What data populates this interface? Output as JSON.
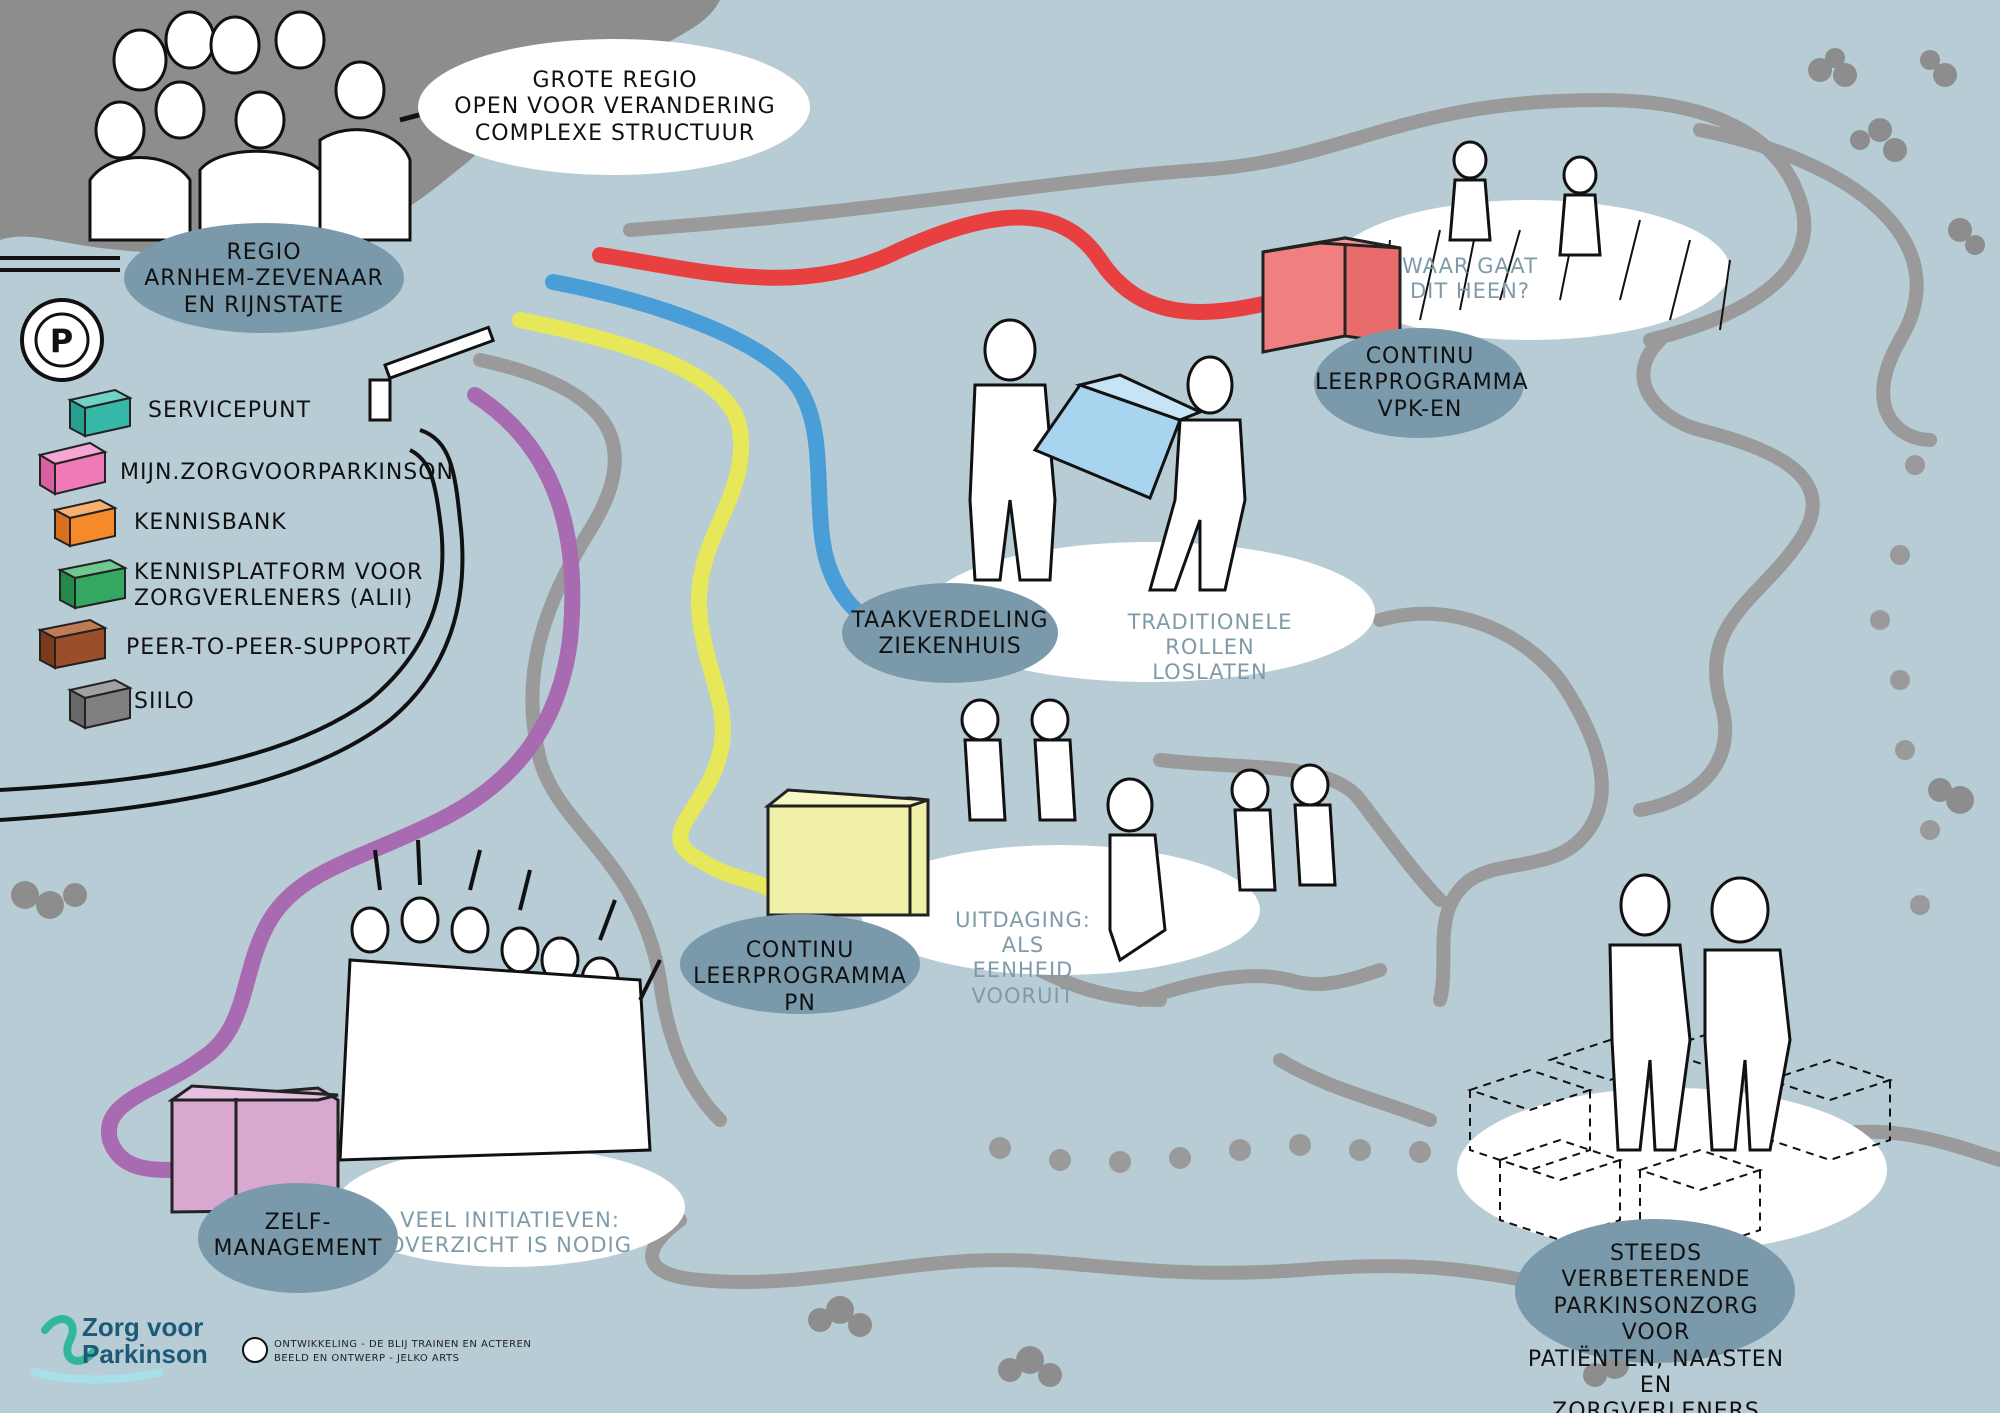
{
  "colors": {
    "background": "#b8ccd6",
    "path_grey": "#9a9a9a",
    "red": "#e84040",
    "blue": "#4a9ed8",
    "yellow": "#e6e85a",
    "purple": "#a86ab0",
    "bubble_dark": "#7a9aac"
  },
  "header_bubble": {
    "line1": "GROTE REGIO",
    "line2": "OPEN VOOR VERANDERING",
    "line3": "COMPLEXE STRUCTUUR"
  },
  "region": {
    "line1": "REGIO",
    "line2": "ARNHEM-ZEVENAAR",
    "line3": "EN RIJNSTATE",
    "parking": "P"
  },
  "legend": [
    {
      "label_1": "SERVICEPUNT",
      "label_2": "",
      "color": "#35b8a8"
    },
    {
      "label_1": "MIJN.ZORGVOORPARKINSON",
      "label_2": "",
      "color": "#f07ab8"
    },
    {
      "label_1": "KENNISBANK",
      "label_2": "",
      "color": "#f58a2a"
    },
    {
      "label_1": "KENNISPLATFORM VOOR",
      "label_2": "ZORGVERLENERS (ALII)",
      "color": "#34a860"
    },
    {
      "label_1": "PEER-TO-PEER-SUPPORT",
      "label_2": "",
      "color": "#9a4e2a"
    },
    {
      "label_1": "SIILO",
      "label_2": "",
      "color": "#808080"
    }
  ],
  "stations": {
    "vpk": {
      "line1": "CONTINU",
      "line2": "LEERPROGRAMMA",
      "line3": "VPK-EN",
      "note1": "WAAR GAAT",
      "note2": "DIT HEEN?",
      "cube_color": "#f08080"
    },
    "ziekenhuis": {
      "line1": "TAAKVERDELING",
      "line2": "ZIEKENHUIS",
      "note1": "TRADITIONELE ROLLEN",
      "note2": "LOSLATEN",
      "cube_color": "#a8d4f0"
    },
    "pn": {
      "line1": "CONTINU",
      "line2": "LEERPROGRAMMA PN",
      "note1": "UITDAGING:",
      "note2": "ALS EENHEID",
      "note3": "VOORUIT",
      "cube_color": "#f0f0a8"
    },
    "zelf": {
      "line1": "ZELF-",
      "line2": "MANAGEMENT",
      "note1": "VEEL INITIATIEVEN:",
      "note2": "OVERZICHT IS NODIG",
      "cube_color": "#d8a8d0"
    },
    "goal": {
      "line1": "STEEDS VERBETERENDE",
      "line2": "PARKINSONZORG VOOR",
      "line3": "PATIËNTEN, NAASTEN EN",
      "line4": "ZORGVERLENERS"
    }
  },
  "footer": {
    "logo_line1": "Zorg voor",
    "logo_line2": "Parkinson",
    "credit1": "ONTWIKKELING - DE BLIJ TRAINEN EN ACTEREN",
    "credit2": "BEELD EN ONTWERP - JELKO ARTS"
  }
}
